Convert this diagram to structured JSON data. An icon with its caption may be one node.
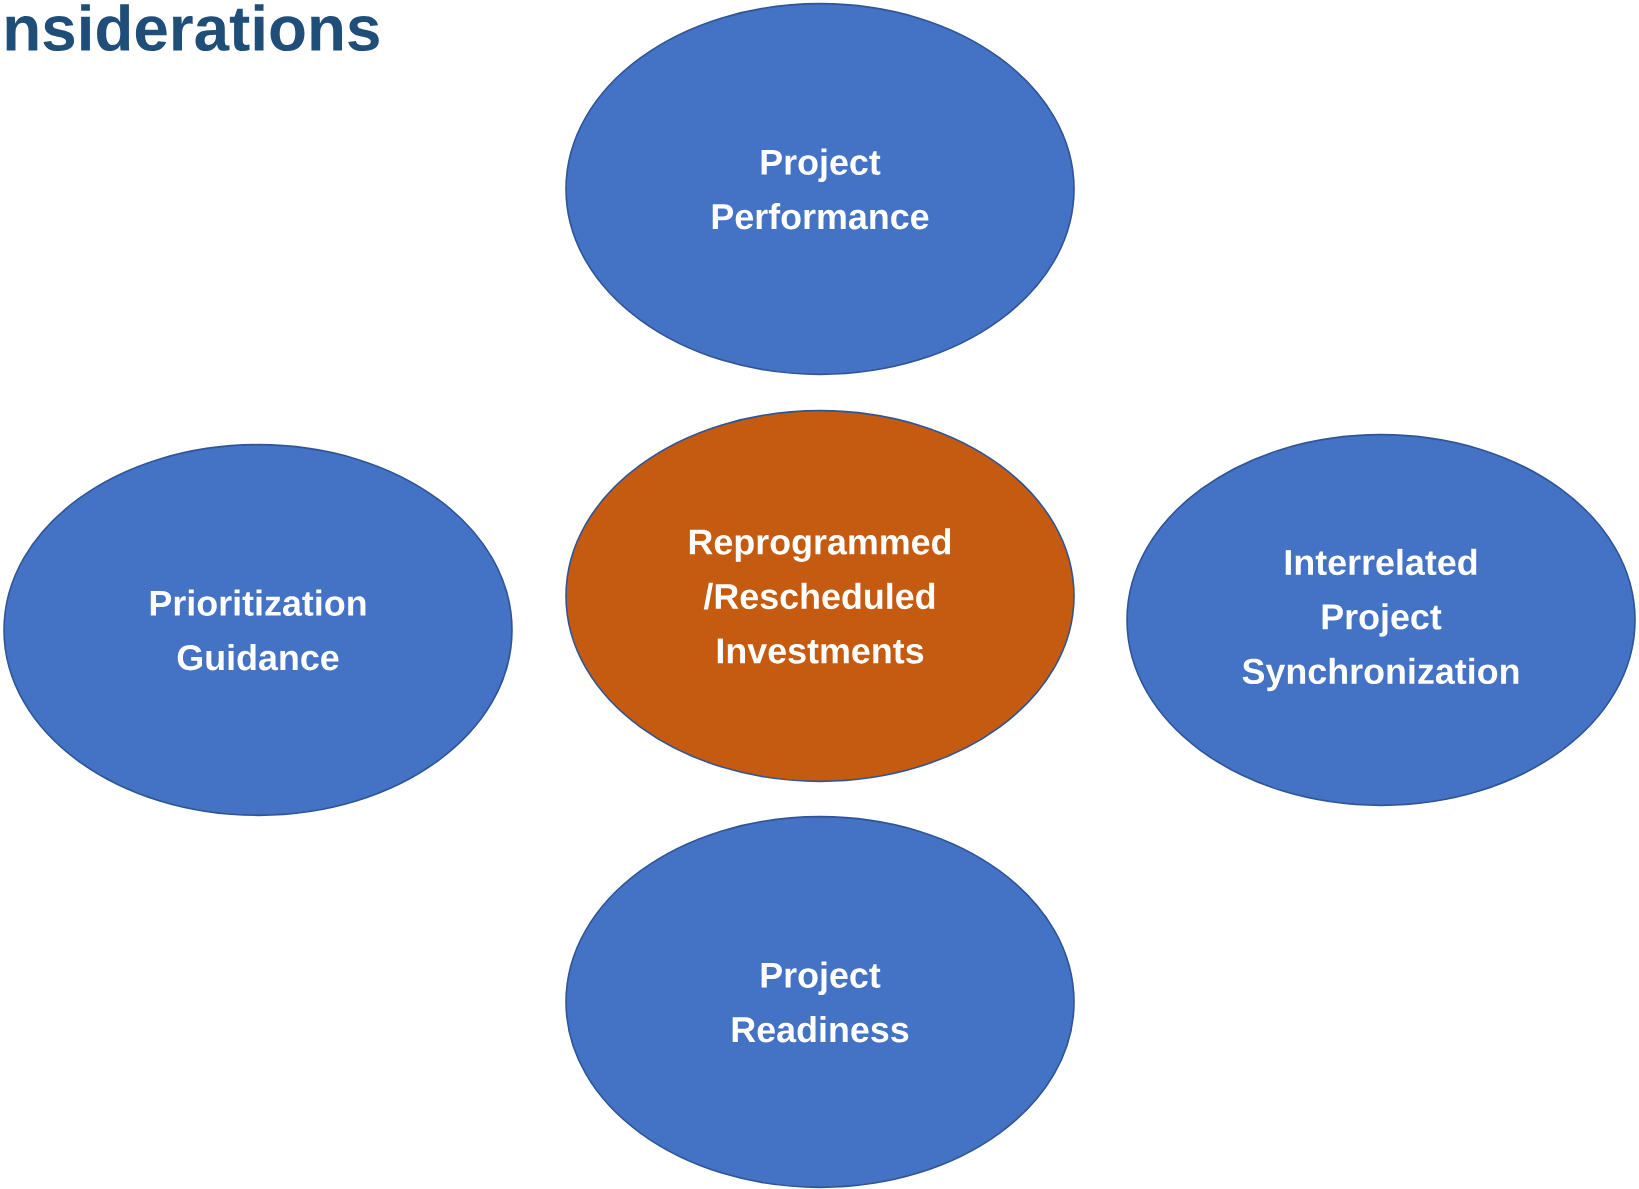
{
  "diagram": {
    "title": "nsiderations",
    "nodes": [
      {
        "text": [
          "Project Performance"
        ]
      },
      {
        "text": [
          "Prioritization Guidance"
        ]
      },
      {
        "text": [
          "Reprogrammed /Rescheduled Investments"
        ]
      },
      {
        "text": [
          "Interrelated Project Synchronization"
        ]
      },
      {
        "text": [
          "Project Readiness"
        ]
      }
    ]
  }
}
